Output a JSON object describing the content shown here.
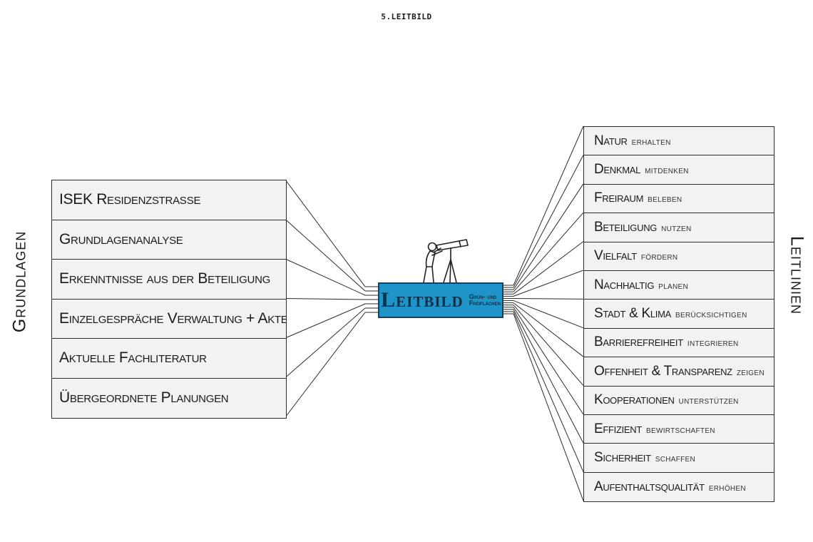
{
  "page": {
    "title": "5.LEITBILD"
  },
  "labels": {
    "left": "Grundlagen",
    "right": "Leitlinien"
  },
  "center": {
    "main": "Leitbild",
    "sub_line1": "Grün- und",
    "sub_line2": "Freiflächen"
  },
  "grundlagen": [
    "ISEK Residenzstraße",
    "Grundlagenanalyse",
    "Erkenntnisse aus der Beteiligung",
    "Einzelgespräche Verwaltung + Akteure",
    "Aktuelle Fachliteratur",
    "Übergeordnete Planungen"
  ],
  "leitlinien": [
    {
      "lead": "Natur",
      "tail": "erhalten"
    },
    {
      "lead": "Denkmal",
      "tail": "mitdenken"
    },
    {
      "lead": "Freiraum",
      "tail": "beleben"
    },
    {
      "lead": "Beteiligung",
      "tail": "nutzen"
    },
    {
      "lead": "Vielfalt",
      "tail": "fördern"
    },
    {
      "lead": "Nachhaltig",
      "tail": "planen"
    },
    {
      "lead": "Stadt & Klima",
      "tail": "berücksichtigen"
    },
    {
      "lead": "Barrierefreiheit",
      "tail": "integrieren"
    },
    {
      "lead": "Offenheit & Transparenz",
      "tail": "zeigen"
    },
    {
      "lead": "Kooperationen",
      "tail": "unterstützen"
    },
    {
      "lead": "Effizient",
      "tail": "bewirtschaften"
    },
    {
      "lead": "Sicherheit",
      "tail": "schaffen"
    },
    {
      "lead": "Aufenthaltsqualität",
      "tail": "erhöhen"
    }
  ],
  "colors": {
    "center_fill": "#1f94c8",
    "center_text": "#0e3149",
    "box_fill": "#f2f2f2",
    "line": "#2b2b2b"
  },
  "icons": {
    "figure": "person-with-telescope-icon"
  }
}
